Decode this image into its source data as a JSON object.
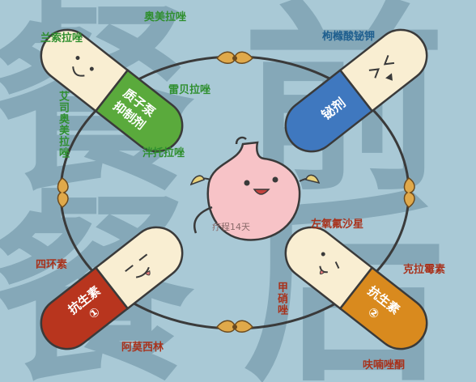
{
  "background_chars": [
    "餐",
    "前",
    "餐",
    "后"
  ],
  "drug_labels": [
    {
      "text": "奥美拉唑",
      "color": "green"
    },
    {
      "text": "兰索拉唑",
      "color": "green"
    },
    {
      "text": "艾司奥美拉唑",
      "color": "green"
    },
    {
      "text": "雷贝拉唑",
      "color": "green"
    },
    {
      "text": "泮托拉唑",
      "color": "green"
    },
    {
      "text": "枸橼酸铋钾",
      "color": "blue"
    },
    {
      "text": "左氧氟沙星",
      "color": "red"
    },
    {
      "text": "克拉霉素",
      "color": "red"
    },
    {
      "text": "四环素",
      "color": "red"
    },
    {
      "text": "甲硝唑",
      "color": "red"
    },
    {
      "text": "阿莫西林",
      "color": "red"
    },
    {
      "text": "呋喃唑酮",
      "color": "red"
    }
  ],
  "capsules": [
    {
      "line1": "质子泵",
      "line2": "抑制剂",
      "color": "#5aaa3c"
    },
    {
      "line1": "铋剂",
      "line2": "",
      "color": "#3f78bf"
    },
    {
      "line1": "抗生素",
      "line2": "①",
      "color": "#b8351e"
    },
    {
      "line1": "抗生素",
      "line2": "②",
      "color": "#d98a1e"
    }
  ],
  "course_text": "疗程14天",
  "colors": {
    "background": "#a9c9d6",
    "circle": "#3a3a3a",
    "stomach": "#f7c3c7",
    "capsule_top": "#f9eed2"
  }
}
